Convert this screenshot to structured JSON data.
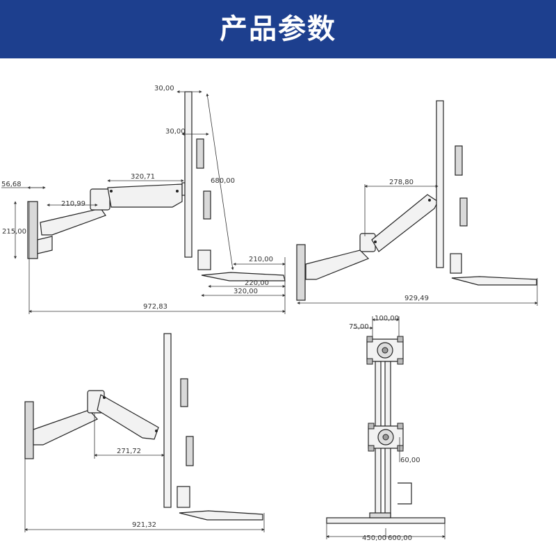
{
  "header": {
    "title": "产品参数",
    "color": "#1d3f8e"
  },
  "dimensions": {
    "view1": {
      "d1": "30,00",
      "d2": "30,00",
      "d3": "56,68",
      "d4": "320,71",
      "d5": "680,00",
      "d6": "210,99",
      "d7": "215,00",
      "d8": "210,00",
      "d9": "220,00",
      "d10": "320,00",
      "d11": "972,83"
    },
    "view2": {
      "d1": "278,80",
      "d2": "929,49"
    },
    "view3": {
      "d1": "271,72",
      "d2": "921,32"
    },
    "view4": {
      "d1": "100,00",
      "d2": "75,00",
      "d3": "60,00",
      "d4": "450,00",
      "d5": "600,00"
    }
  }
}
